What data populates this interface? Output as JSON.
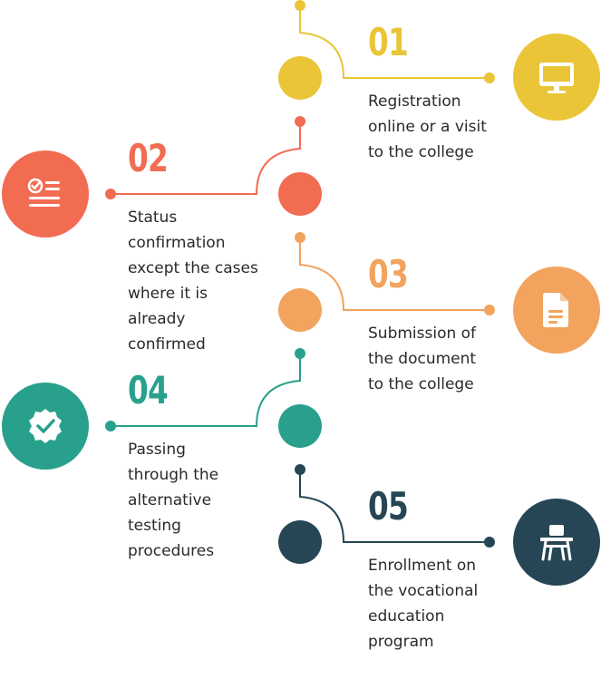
{
  "colors": {
    "step1": "#E9C537",
    "step2": "#F26C52",
    "step3": "#F2A35E",
    "step4": "#28A08C",
    "step5": "#274655"
  },
  "steps": [
    {
      "number": "01",
      "text": "Registration\nonline or a visit\nto the college",
      "icon": "monitor-icon"
    },
    {
      "number": "02",
      "text": "Status\nconfirmation\nexcept the cases\nwhere it is\nalready\nconfirmed",
      "icon": "checklist-icon"
    },
    {
      "number": "03",
      "text": "Submission of\nthe document\nto the college",
      "icon": "document-icon"
    },
    {
      "number": "04",
      "text": "Passing\nthrough the\nalternative\ntesting\nprocedures",
      "icon": "verified-badge-icon"
    },
    {
      "number": "05",
      "text": "Enrollment on\nthe vocational\neducation\nprogram",
      "icon": "school-desk-icon"
    }
  ]
}
